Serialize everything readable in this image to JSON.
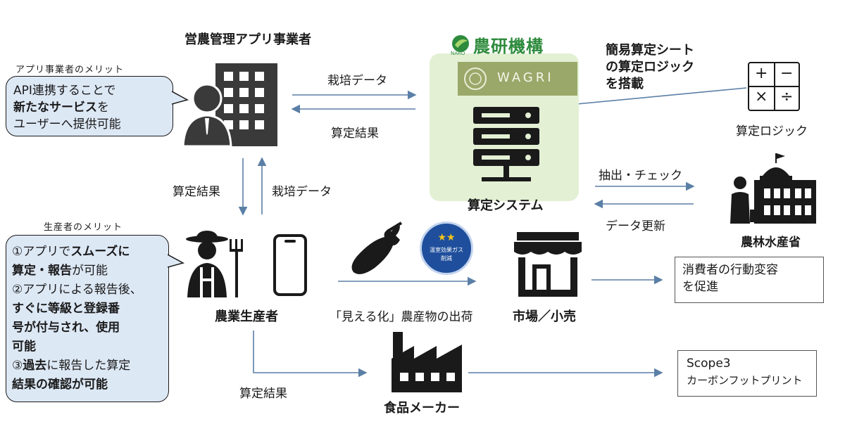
{
  "app_operator": {
    "title": "営農管理アプリ事業者",
    "merit_heading": "アプリ事業者のメリット",
    "merit_line1_normal": "API連携することで",
    "merit_line2_bold": "新たなサービス",
    "merit_line2_normal": "を",
    "merit_line3_normal": "ユーザーへ提供可能"
  },
  "system": {
    "org_name": "農研機構",
    "org_sub": "NARO",
    "platform": "WAGRI",
    "name": "算定システム"
  },
  "logic": {
    "note_line1": "簡易算定シート",
    "note_line2": "の算定ロジック",
    "note_line3": "を搭載",
    "label": "算定ロジック",
    "plus": "+",
    "minus": "−",
    "times": "×",
    "divide": "÷"
  },
  "ministry": {
    "name": "農林水産省"
  },
  "farmer": {
    "name": "農業生産者",
    "merit_heading": "生産者のメリット",
    "m1_a": "①アプリで",
    "m1_b": "スムーズに",
    "m1_c": "算定・報告",
    "m1_d": "が可能",
    "m2_a": "②アプリによる報告後、",
    "m2_b": "すぐに等級と登録番",
    "m2_c": "号が付与され、使用",
    "m2_d": "可能",
    "m3_a": "③",
    "m3_b": "過去",
    "m3_c": "に報告した算定",
    "m3_d": "結果の確認が可能"
  },
  "market": {
    "name": "市場／小売"
  },
  "maker": {
    "name": "食品メーカー"
  },
  "flows": {
    "cultivation_data_top": "栽培データ",
    "calc_result_top": "算定結果",
    "calc_result_left": "算定結果",
    "cultivation_data_left": "栽培データ",
    "extract_check": "抽出・チェック",
    "data_update": "データ更新",
    "visualized_shipment": "「見える化」農産物の出荷",
    "calc_result_bottom": "算定結果"
  },
  "badge": {
    "stars": "★★",
    "line1": "温室効果ガス",
    "line2": "削減"
  },
  "consumer_box": {
    "line1": "消費者の行動変容",
    "line2": "を促進"
  },
  "scope_box": {
    "line1": "Scope3",
    "line2": "カーボンフットプリント"
  },
  "colors": {
    "arrow": "#5b7fa6",
    "bubble": "#dde8f5",
    "system_bg": "#e3f0d4",
    "icon": "#1a1a1a",
    "badge": "#1f4f9c",
    "naro_green": "#2e8b3d"
  }
}
